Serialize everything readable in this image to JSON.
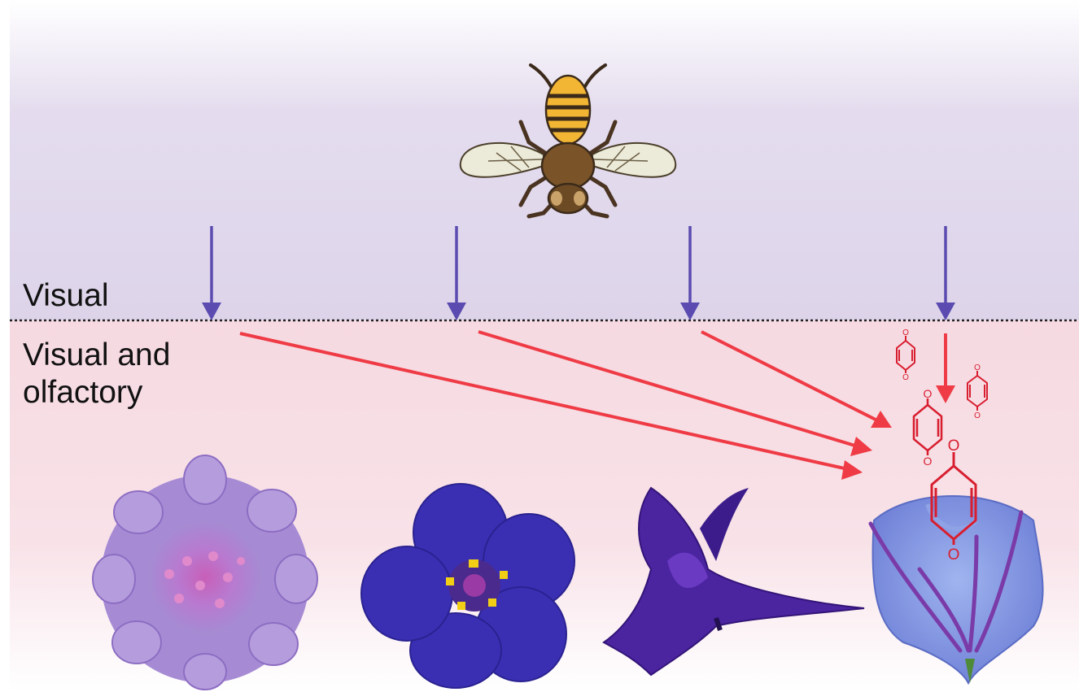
{
  "labels": {
    "visual": "Visual",
    "visual_and_olfactory": "Visual and olfactory"
  },
  "molecule_atom_label": "O",
  "colors": {
    "visual_band_top": "#ffffff",
    "visual_band": "#ddd4ea",
    "olfactory_band": "#f6dbe2",
    "visual_arrow": "#5b4bb0",
    "olfactory_arrow": "#ef3b45",
    "molecule": "#d81e2f",
    "divider": "#222222"
  },
  "icons": {
    "pollinator": "bee-icon",
    "flowers": [
      "scabiosa-flower-icon",
      "blue-pimpernel-flower-icon",
      "larkspur-flower-icon",
      "campanula-flower-icon"
    ],
    "volatile": "benzoquinone-molecule-icon"
  }
}
